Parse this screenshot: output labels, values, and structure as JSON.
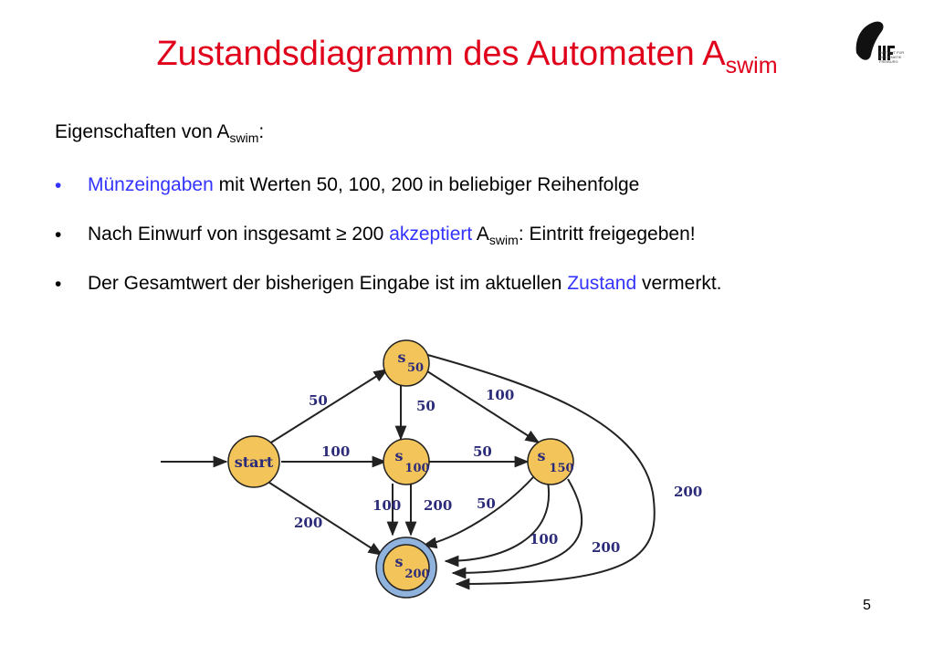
{
  "title": {
    "main": "Zustandsdiagramm des Automaten A",
    "sub": "swim"
  },
  "intro": {
    "prefix": "Eigenschaften von A",
    "sub": "swim",
    "suffix": ":"
  },
  "bullets": [
    {
      "marker": "•",
      "highlight": "Münzeingaben",
      "rest": " mit Werten 50, 100, 200 in beliebiger Reihenfolge"
    },
    {
      "marker": "•",
      "pre": "Nach Einwurf von insgesamt ≥ 200 ",
      "highlight": "akzeptiert",
      "mid": " A",
      "sub": "swim",
      "post": ": Eintritt freigegeben!"
    },
    {
      "marker": "•",
      "pre": "Der Gesamtwert der bisherigen Eingabe ist im aktuellen ",
      "highlight": "Zustand",
      "post": " vermerkt."
    }
  ],
  "diagram": {
    "nodes": {
      "start": {
        "label": "start"
      },
      "s50": {
        "label": "s",
        "sub": "50"
      },
      "s100": {
        "label": "s",
        "sub": "100"
      },
      "s150": {
        "label": "s",
        "sub": "150"
      },
      "s200": {
        "label": "s",
        "sub": "200"
      }
    },
    "edges": [
      {
        "from": "start",
        "to": "s50",
        "label": "50"
      },
      {
        "from": "start",
        "to": "s100",
        "label": "100"
      },
      {
        "from": "start",
        "to": "s200",
        "label": "200"
      },
      {
        "from": "s50",
        "to": "s100",
        "label": "50"
      },
      {
        "from": "s50",
        "to": "s150",
        "label": "100"
      },
      {
        "from": "s50",
        "to": "s200",
        "label": "200"
      },
      {
        "from": "s100",
        "to": "s150",
        "label": "50"
      },
      {
        "from": "s100",
        "to": "s200",
        "label": "100"
      },
      {
        "from": "s100",
        "to": "s200",
        "label": "200"
      },
      {
        "from": "s150",
        "to": "s200",
        "label": "50"
      },
      {
        "from": "s150",
        "to": "s200",
        "label": "100"
      },
      {
        "from": "s150",
        "to": "s200",
        "label": "200"
      }
    ]
  },
  "logo": {
    "text": "IIF",
    "lines": [
      "INSTITUT FÜR",
      "INFORMATIK",
      "FREIBURG"
    ]
  },
  "page_number": "5",
  "colors": {
    "title": "#e0001b",
    "highlight": "#3333ff",
    "node_fill": "#f2c45a",
    "accept_ring": "#8fb3dc",
    "edge": "#222222",
    "label": "#2b2b7a"
  }
}
